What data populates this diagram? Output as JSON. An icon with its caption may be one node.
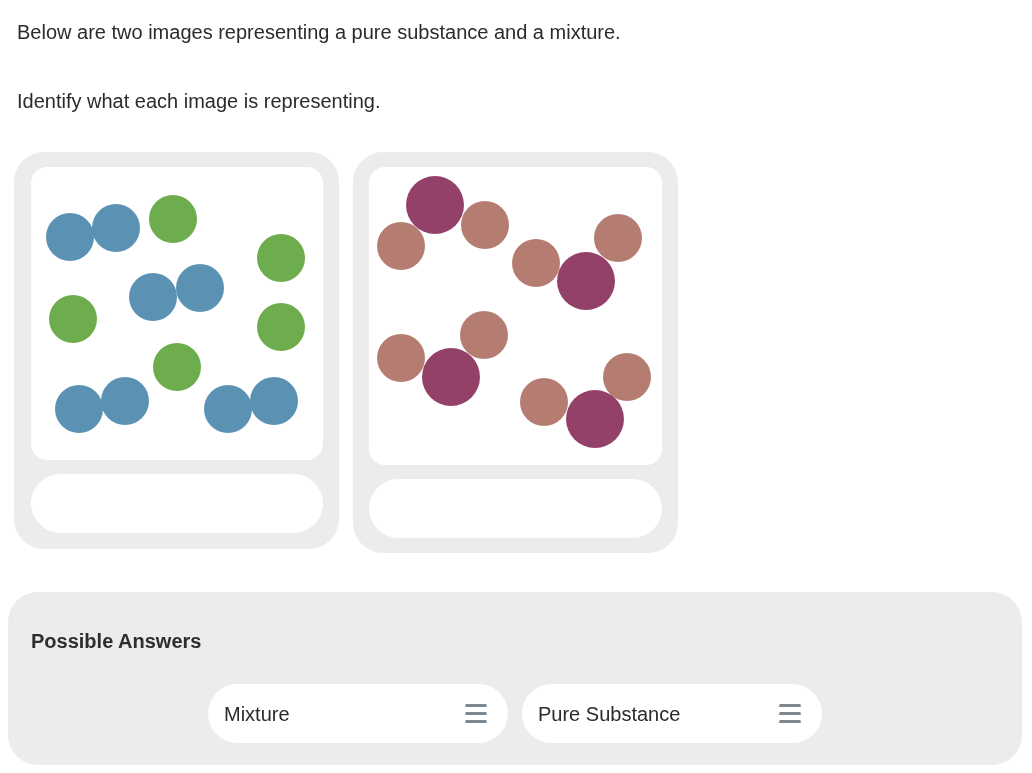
{
  "diagram": {
    "nodes": [
      {
        "text": [],
        "shape": "box"
      },
      {
        "text": [],
        "shape": "picture",
        "in": 0
      },
      {
        "text": [],
        "shape": "box",
        "in": 0
      },
      {
        "text": [],
        "shape": "box"
      },
      {
        "text": [],
        "shape": "picture",
        "in": 3
      },
      {
        "text": [],
        "shape": "box",
        "in": 3
      },
      {
        "text": [
          "Possible Answers"
        ]
      },
      {
        "text": [
          "Mixture"
        ],
        "in": 6
      },
      {
        "text": [
          "Pure Substance"
        ],
        "in": 6
      }
    ],
    "labels": [
      "Below are two images representing a pure substance and a mixture.",
      "Identify what each image is representing."
    ]
  }
}
